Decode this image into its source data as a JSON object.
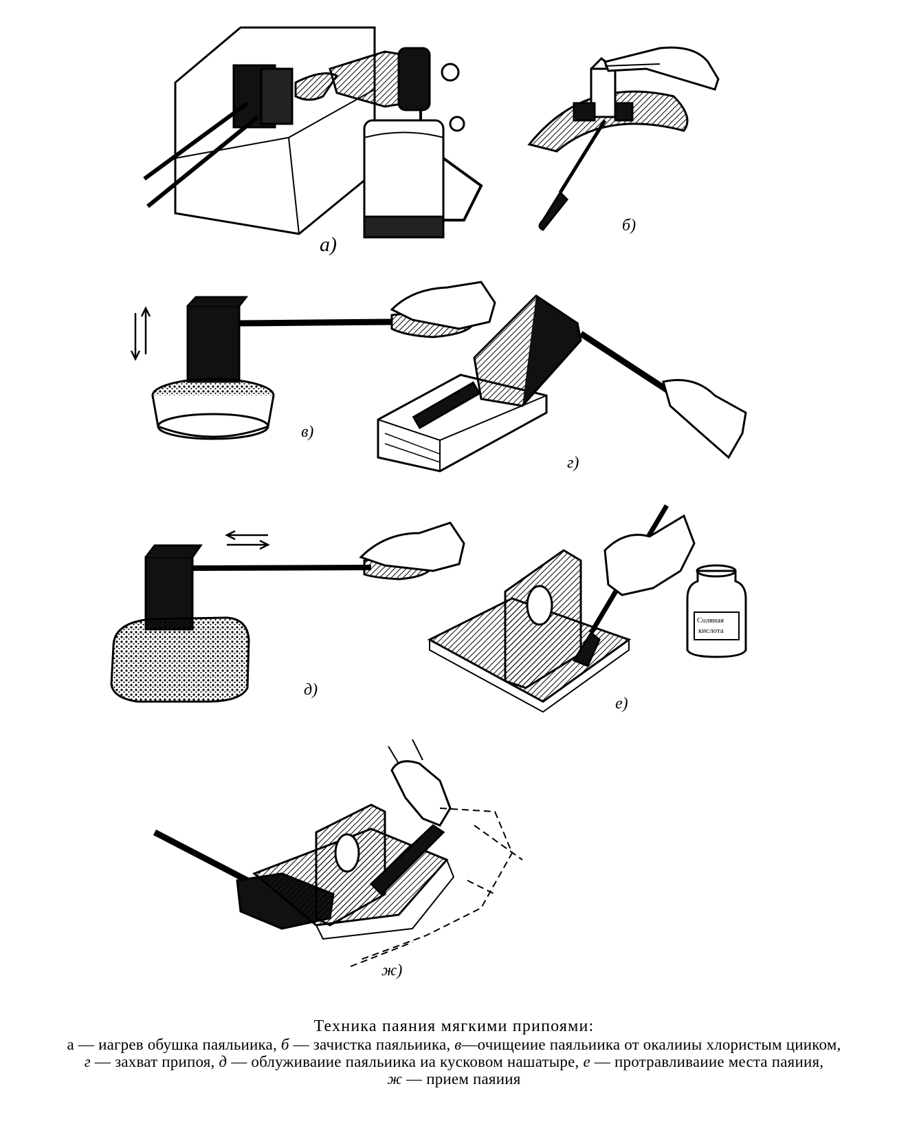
{
  "panels": [
    {
      "key": "a",
      "label": "а)",
      "subject": "нагрев обушка паяльника"
    },
    {
      "key": "b",
      "label": "б)",
      "subject": "зачистка паяльника"
    },
    {
      "key": "v",
      "label": "в)",
      "subject": "очищение паяльника"
    },
    {
      "key": "g",
      "label": "г)",
      "subject": "захват припоя"
    },
    {
      "key": "d",
      "label": "д)",
      "subject": "облуживание паяльника"
    },
    {
      "key": "e",
      "label": "е)",
      "subject": "протравливание места паяния"
    },
    {
      "key": "zh",
      "label": "ж)",
      "subject": "прием паяния"
    }
  ],
  "bottle_label": [
    "Соляная",
    "кислота"
  ],
  "caption": {
    "title": "Техника паяния мягкими припоями:",
    "items": [
      {
        "letter": "а",
        "sep": " — ",
        "text": "иагрев обушка паяльиика, "
      },
      {
        "letter": "б",
        "sep": " — ",
        "text": "зачистка паяльиика, "
      },
      {
        "letter": "в",
        "sep": "—",
        "text": "очищеиие паяльиика от окалииы хлористым цииком, "
      },
      {
        "letter": "г",
        "sep": " — ",
        "text": "захват припоя, "
      },
      {
        "letter": "д",
        "sep": " — ",
        "text": "облуживаиие паяльиика иа кусковом нашатыре, "
      },
      {
        "letter": "е",
        "sep": " — ",
        "text": "протравливаиие места паяиия, "
      },
      {
        "letter": "ж",
        "sep": " — ",
        "text": "прием паяиия"
      }
    ]
  }
}
